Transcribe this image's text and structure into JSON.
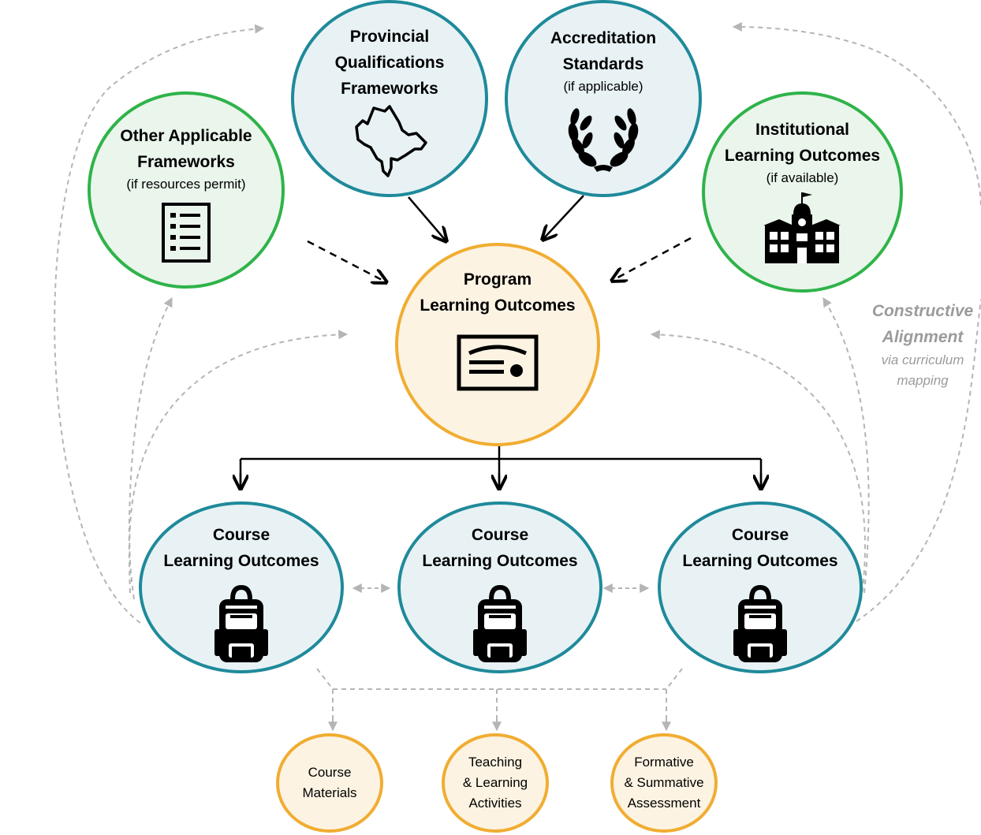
{
  "nodes": {
    "provincial": {
      "title_lines": [
        "Provincial",
        "Qualifications",
        "Frameworks"
      ],
      "icon": "ontario-map-icon"
    },
    "accreditation": {
      "title_lines": [
        "Accreditation",
        "Standards"
      ],
      "subtitle": "(if applicable)",
      "icon": "laurel-wreath-icon"
    },
    "other": {
      "title_lines": [
        "Other Applicable",
        "Frameworks"
      ],
      "subtitle": "(if resources permit)",
      "icon": "checklist-icon"
    },
    "institutional": {
      "title_lines": [
        "Institutional",
        "Learning Outcomes"
      ],
      "subtitle": "(if available)",
      "icon": "school-building-icon"
    },
    "program": {
      "title_lines": [
        "Program",
        "Learning Outcomes"
      ],
      "icon": "certificate-icon"
    },
    "courses": [
      {
        "title_lines": [
          "Course",
          "Learning Outcomes"
        ],
        "icon": "backpack-icon"
      },
      {
        "title_lines": [
          "Course",
          "Learning Outcomes"
        ],
        "icon": "backpack-icon"
      },
      {
        "title_lines": [
          "Course",
          "Learning Outcomes"
        ],
        "icon": "backpack-icon"
      }
    ],
    "materials": {
      "lines": [
        "Course",
        "Materials"
      ]
    },
    "teaching": {
      "lines": [
        "Teaching",
        "& Learning",
        "Activities"
      ]
    },
    "assessment": {
      "lines": [
        "Formative",
        "& Summative",
        "Assessment"
      ]
    }
  },
  "side_note": {
    "line1": "Constructive",
    "line2": "Alignment",
    "line3": "via curriculum",
    "line4": "mapping"
  },
  "colors": {
    "teal": "#1f8a9a",
    "green": "#2fb34a",
    "gold": "#f0ad32",
    "dashed_grey": "#b5b5b5"
  }
}
